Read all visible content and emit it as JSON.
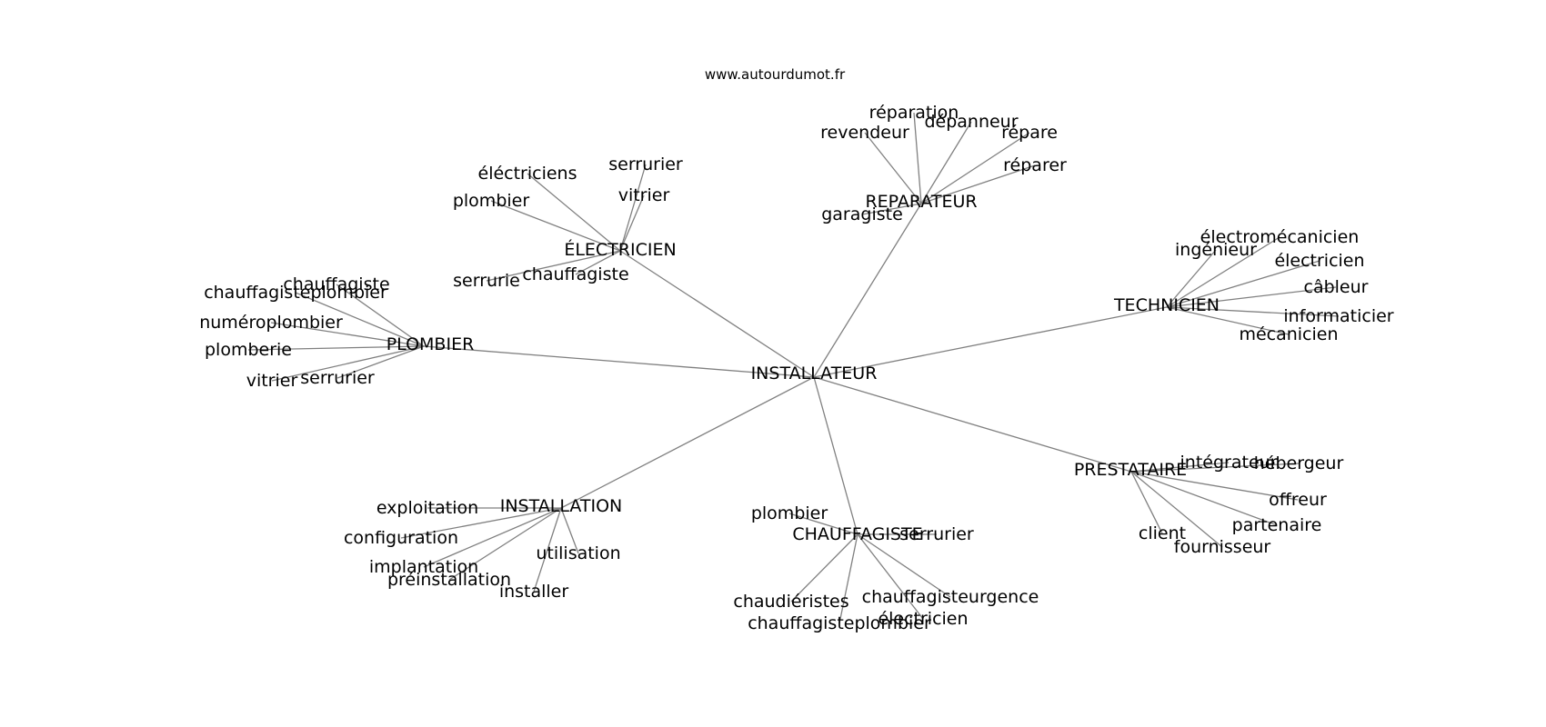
{
  "header": {
    "url": "www.autourdumot.fr"
  },
  "graph": {
    "center": "INSTALLATEUR",
    "clusters": [
      {
        "label": "ÉLECTRICIEN",
        "words": [
          "serrurier",
          "éléctriciens",
          "vitrier",
          "plombier",
          "serrurie",
          "chauffagiste"
        ]
      },
      {
        "label": "REPARATEUR",
        "words": [
          "réparation",
          "dépanneur",
          "revendeur",
          "répare",
          "réparer",
          "garagiste"
        ]
      },
      {
        "label": "TECHNICIEN",
        "words": [
          "électromécanicien",
          "ingénieur",
          "électricien",
          "câbleur",
          "informaticier",
          "mécanicien"
        ]
      },
      {
        "label": "PLOMBIER",
        "words": [
          "chauffagiste",
          "chauffagisteplombier",
          "numéroplombier",
          "plomberie",
          "serrurier",
          "vitrier"
        ]
      },
      {
        "label": "PRESTATAIRE",
        "words": [
          "intégrateur",
          "hébergeur",
          "offreur",
          "partenaire",
          "client",
          "fournisseur"
        ]
      },
      {
        "label": "INSTALLATION",
        "words": [
          "exploitation",
          "configuration",
          "utilisation",
          "implantation",
          "préinstallation",
          "installer"
        ]
      },
      {
        "label": "CHAUFFAGISTE",
        "words": [
          "plombier",
          "serrurier",
          "chaudiéristes",
          "chauffagisteurgence",
          "électricien",
          "chauffagisteplombier"
        ]
      }
    ]
  }
}
